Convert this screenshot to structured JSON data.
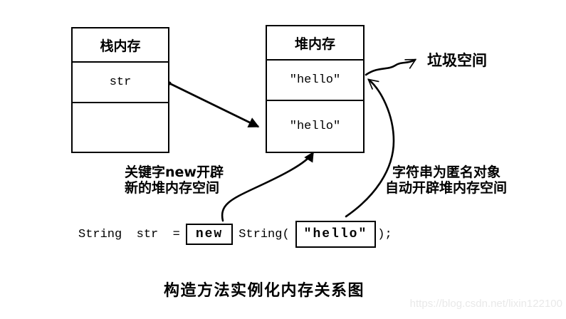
{
  "colors": {
    "ink": "#000000",
    "background": "#ffffff",
    "watermark_text": "#e9e9e9"
  },
  "stack_box": {
    "title": "栈内存",
    "rows": [
      "str",
      ""
    ]
  },
  "heap_box": {
    "title": "堆内存",
    "rows": [
      "″hello″",
      "″hello″"
    ]
  },
  "labels": {
    "garbage": "垃圾空间",
    "annotation_new": [
      "关键字new开辟",
      "新的堆内存空间"
    ],
    "annotation_anonymous": [
      "字符串为匿名对象",
      "自动开辟堆内存空间"
    ],
    "caption": "构造方法实例化内存关系图",
    "watermark": "https://blog.csdn.net/lixin122100"
  },
  "code": {
    "prefix": "String  str  =",
    "boxed_keyword": "new",
    "middle": "String(",
    "boxed_literal": "″hello″",
    "suffix": ");"
  }
}
